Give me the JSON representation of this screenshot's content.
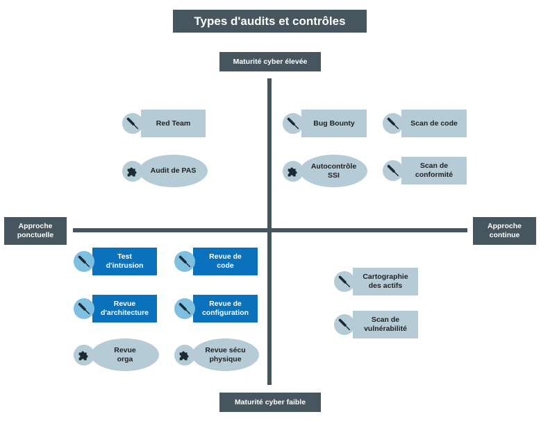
{
  "title": "Types d'audits et contrôles",
  "axes": {
    "top": "Maturité cyber élevée",
    "bottom": "Maturité cyber faible",
    "left": "Approche\nponctuelle",
    "right": "Approche\ncontinue"
  },
  "items": {
    "red_team": "Red Team",
    "audit_pas": "Audit de PAS",
    "bug_bounty": "Bug Bounty",
    "scan_code": "Scan de code",
    "autocontrole": "Autocontrôle\nSSI",
    "scan_conformite": "Scan de\nconformité",
    "test_intrusion": "Test\nd'intrusion",
    "revue_code": "Revue de\ncode",
    "revue_architecture": "Revue\nd'architecture",
    "revue_configuration": "Revue de\nconfiguration",
    "revue_orga": "Revue\norga",
    "revue_secu_physique": "Revue sécu\nphysique",
    "cartographie": "Cartographie\ndes actifs",
    "scan_vulnerabilite": "Scan de\nvulnérabilité"
  },
  "colors": {
    "dark": "#47555f",
    "light": "#b5cbd6",
    "blue": "#0a72bd",
    "icon_blue": "#7fbfe0"
  },
  "icon_names": {
    "tool": "screwdriver-icon",
    "puzzle": "puzzle-piece-icon"
  }
}
